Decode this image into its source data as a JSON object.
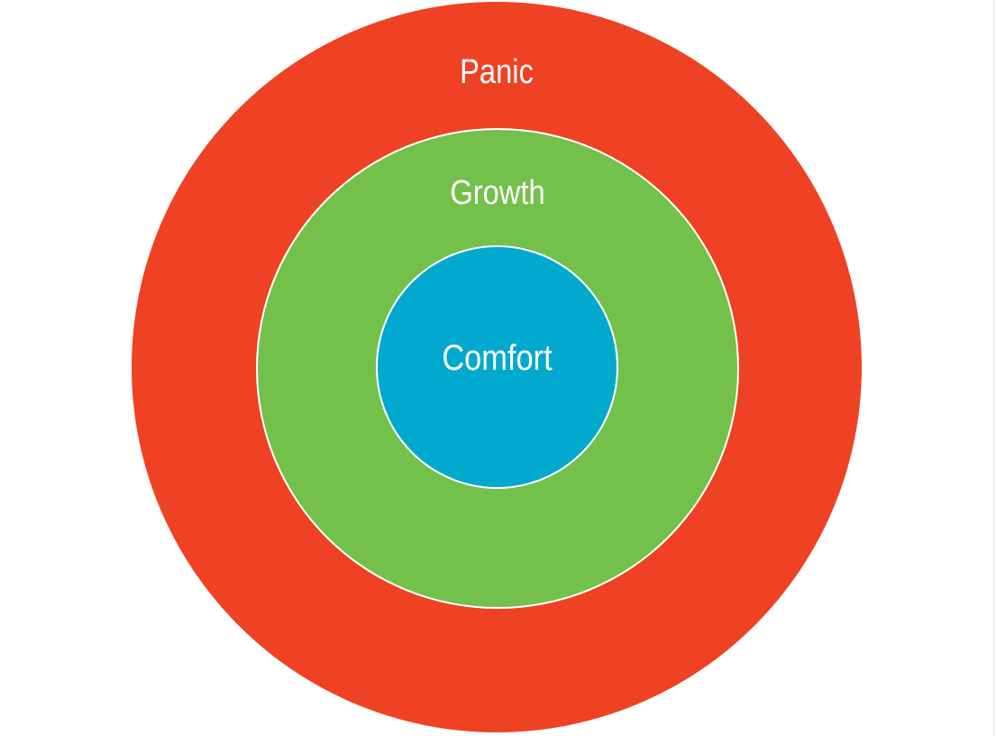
{
  "diagram": {
    "title": "",
    "zones": [
      {
        "id": "panic",
        "label": "Panic",
        "color": "#ef4123"
      },
      {
        "id": "growth",
        "label": "Growth",
        "color": "#73c04a"
      },
      {
        "id": "comfort",
        "label": "Comfort",
        "color": "#00a9cd"
      }
    ]
  }
}
